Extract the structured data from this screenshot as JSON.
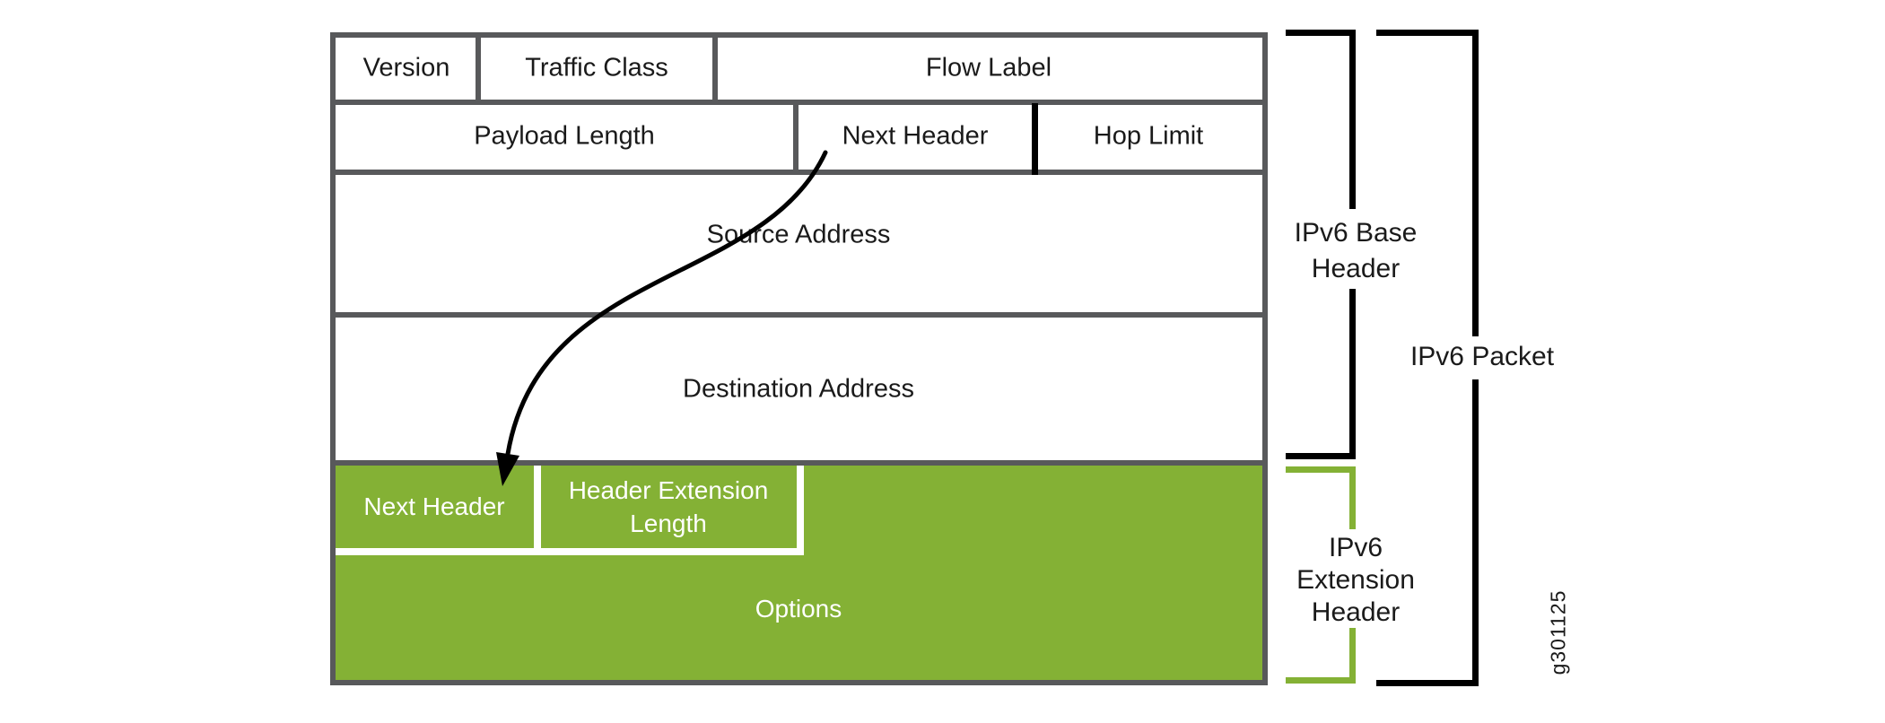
{
  "figure": {
    "title": "IPv6 packet header diagram",
    "figure_id": "g301125"
  },
  "base_header": {
    "row1": [
      {
        "label": "Version"
      },
      {
        "label": "Traffic Class"
      },
      {
        "label": "Flow Label"
      }
    ],
    "row2": [
      {
        "label": "Payload Length"
      },
      {
        "label": "Next Header"
      },
      {
        "label": "Hop Limit"
      }
    ],
    "source_address": "Source Address",
    "destination_address": "Destination Address"
  },
  "extension_header": {
    "next_header": "Next Header",
    "header_extension_length": "Header Extension Length",
    "options": "Options"
  },
  "brackets": {
    "base": "IPv6 Base Header",
    "packet": "IPv6 Packet",
    "extension": "IPv6 Extension Header"
  },
  "colors": {
    "green": "#84b135",
    "border_gray": "#58595b",
    "black": "#000000"
  }
}
